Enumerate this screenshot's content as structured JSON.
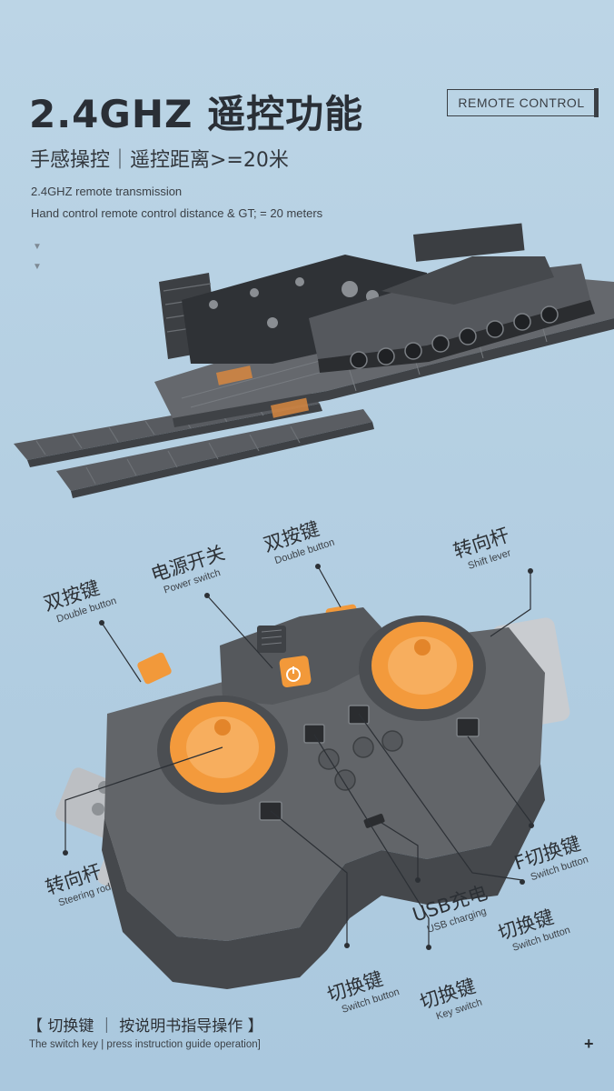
{
  "header": {
    "title": "2.4GHZ 遥控功能",
    "badge": "REMOTE  CONTROL",
    "subtitle": "手感操控｜遥控距离>=20米",
    "line1": "2.4GHZ remote transmission",
    "line2": "Hand control remote control distance & GT; = 20 meters"
  },
  "decor": {
    "arrow": "▼"
  },
  "labels": {
    "double_left": {
      "cn": "双按键",
      "en": "Double button"
    },
    "power": {
      "cn": "电源开关",
      "en": "Power switch"
    },
    "double_right": {
      "cn": "双按键",
      "en": "Double button"
    },
    "shift": {
      "cn": "转向杆",
      "en": "Shift lever"
    },
    "steering": {
      "cn": "转向杆",
      "en": "Steering rod"
    },
    "f_switch": {
      "cn": "F切换键",
      "en": "Switch button"
    },
    "usb": {
      "cn": "USB充电",
      "en": "USB charging"
    },
    "switch_right": {
      "cn": "切换键",
      "en": "Switch button"
    },
    "switch_bottom": {
      "cn": "切换键",
      "en": "Switch button"
    },
    "key_switch": {
      "cn": "切换键",
      "en": "Key switch"
    }
  },
  "footer": {
    "cn": "【 切换键 ｜ 按说明书指导操作 】",
    "en": "The switch key | press instruction guide operation]",
    "plus": "+"
  },
  "colors": {
    "background": "#b8d2e4",
    "controller": "#5b5e62",
    "controller_dark": "#45484c",
    "joystick": "#f39a3c",
    "model": "#4a4d52"
  },
  "icons": [
    "triangle-down-icon",
    "power-icon",
    "plus-icon"
  ]
}
